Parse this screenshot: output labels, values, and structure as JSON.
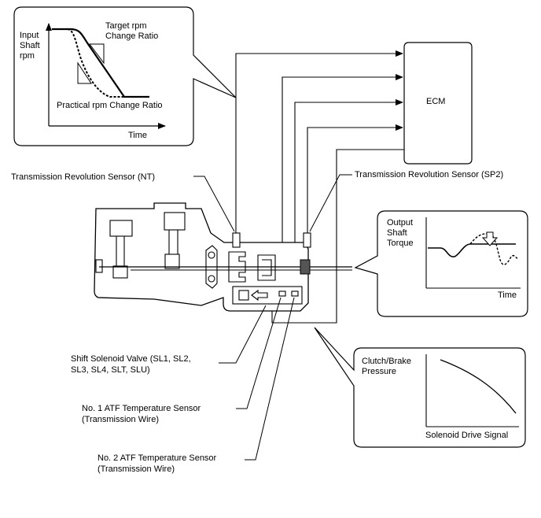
{
  "rpm_graph": {
    "y_label": [
      "Input",
      "Shaft",
      "rpm"
    ],
    "target_label": [
      "Target rpm",
      "Change Ratio"
    ],
    "practical_label": "Practical rpm Change Ratio",
    "x_label": "Time"
  },
  "ecm": {
    "label": "ECM"
  },
  "sensors": {
    "nt": "Transmission Revolution Sensor (NT)",
    "sp2": "Transmission Revolution Sensor (SP2)"
  },
  "torque_graph": {
    "y_label": [
      "Output",
      "Shaft",
      "Torque"
    ],
    "x_label": "Time"
  },
  "pressure_graph": {
    "y_label": [
      "Clutch/Brake",
      "Pressure"
    ],
    "x_label": "Solenoid Drive Signal"
  },
  "callouts": {
    "solenoid": [
      "Shift Solenoid Valve (SL1, SL2,",
      "SL3, SL4, SLT, SLU)"
    ],
    "atf1": [
      "No. 1 ATF Temperature Sensor",
      "(Transmission Wire)"
    ],
    "atf2": [
      "No. 2 ATF Temperature Sensor",
      "(Transmission Wire)"
    ]
  }
}
